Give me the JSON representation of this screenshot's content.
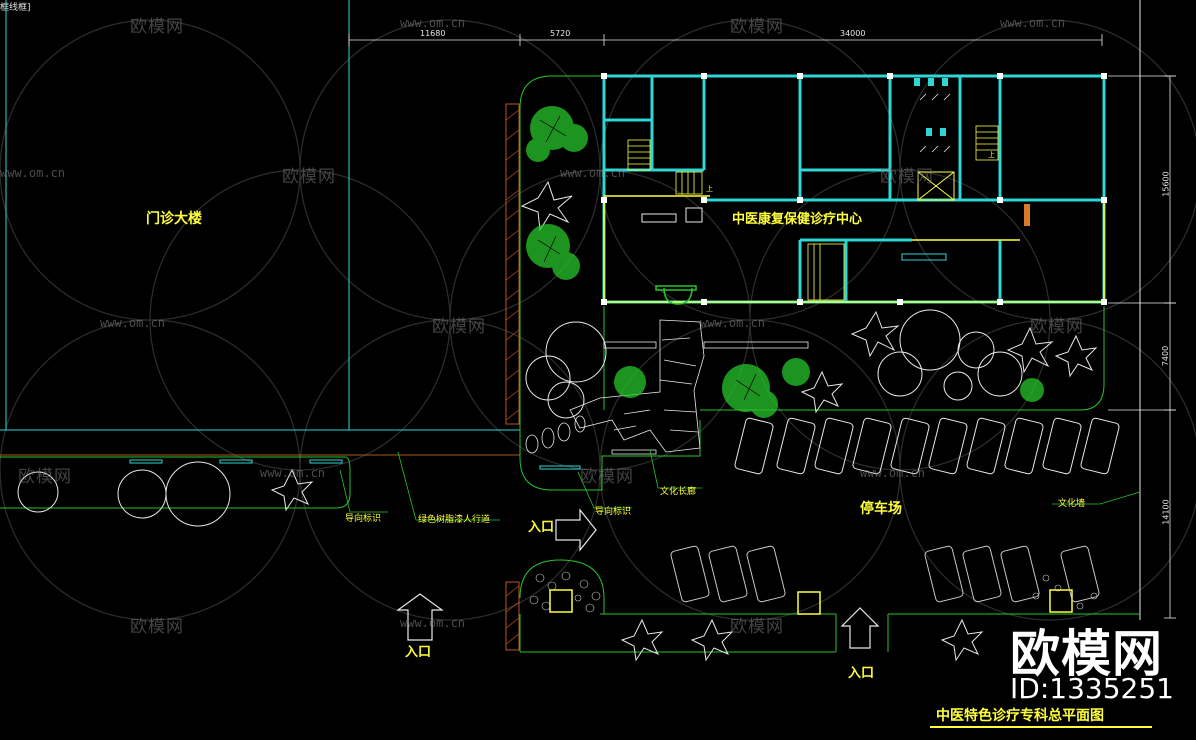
{
  "top_tag": "框线框]",
  "dimensions": {
    "top": [
      "11680",
      "5720",
      "34000"
    ],
    "right": [
      "15600",
      "7400",
      "14100"
    ]
  },
  "labels": {
    "outpatient_building": "门诊大楼",
    "center_name": "中医康复保健诊疗中心",
    "parking": "停车场",
    "entrance_main": "入口",
    "entrance_left": "入口",
    "entrance_bottom": "入口",
    "guide_sign_left": "导向标识",
    "guide_sign_mid": "导向标识",
    "green_walkway": "绿色树脂漆人行道",
    "culture_corridor": "文化长廊",
    "culture_wall": "文化墙",
    "up_mark": "上"
  },
  "title": "中医特色诊疗专科总平面图",
  "watermark": {
    "brand": "欧模网",
    "url": "www.om.cn",
    "id_text": "ID:1335251"
  },
  "colors": {
    "wall": "#2fd6d6",
    "green_line": "#27c42b",
    "yellow": "#ffff3c",
    "brick": "#b8551f",
    "white": "#e8e8e8",
    "orange": "#d97a2b"
  }
}
